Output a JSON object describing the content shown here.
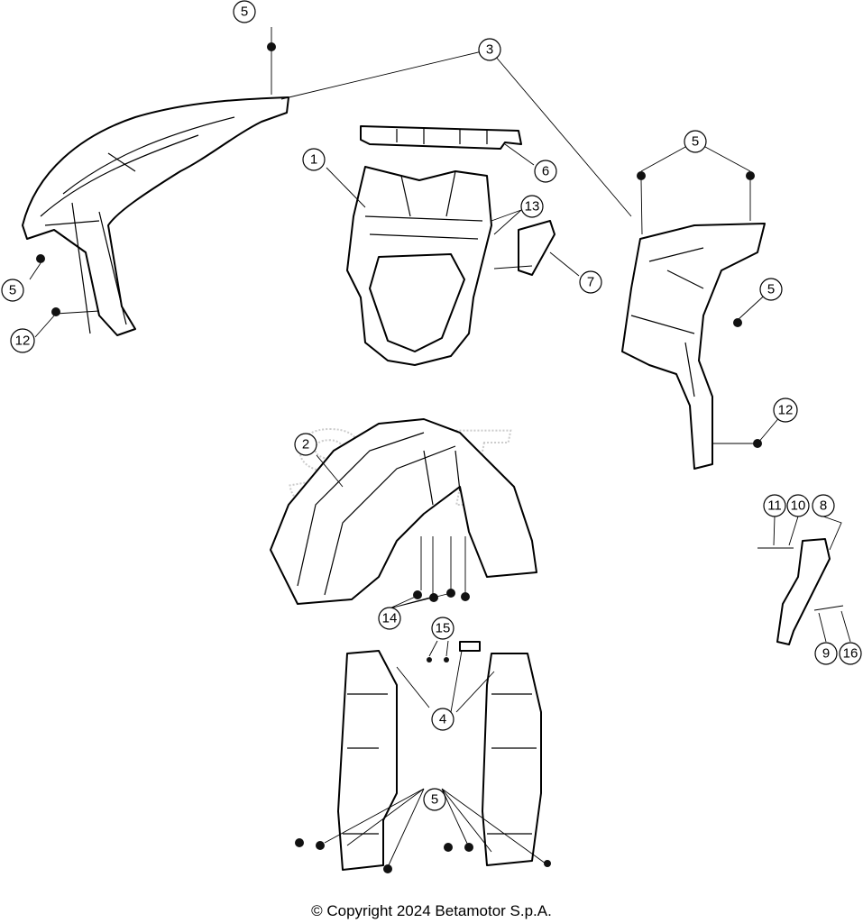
{
  "diagram": {
    "watermark": "SRT",
    "callouts": {
      "c1": "1",
      "c2": "2",
      "c3": "3",
      "c4": "4",
      "c5a": "5",
      "c5b": "5",
      "c5c": "5",
      "c5d": "5",
      "c5e": "5",
      "c6": "6",
      "c7": "7",
      "c8": "8",
      "c9": "9",
      "c10": "10",
      "c11": "11",
      "c12a": "12",
      "c12b": "12",
      "c13": "13",
      "c14": "14",
      "c15": "15",
      "c16": "16"
    }
  },
  "footer": {
    "copyright": "© Copyright 2024 Betamotor S.p.A."
  }
}
